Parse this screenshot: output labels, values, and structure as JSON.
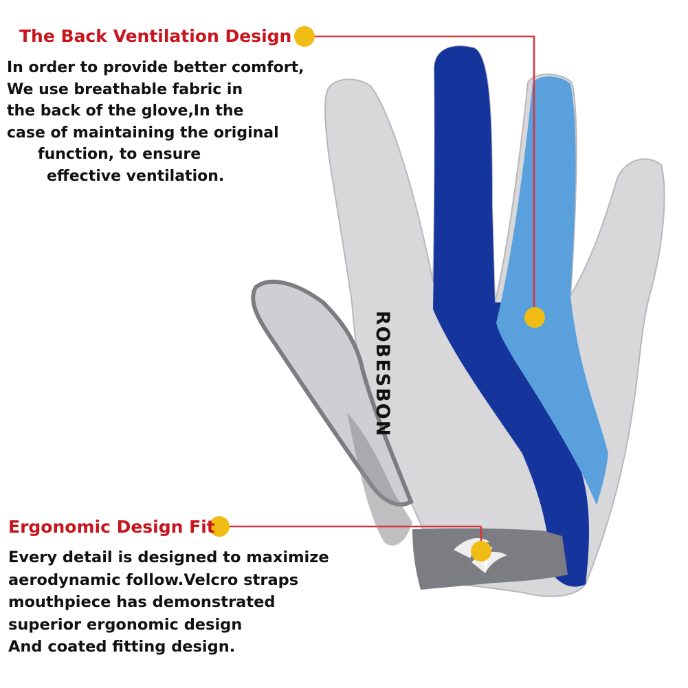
{
  "colors": {
    "heading": "#c8141c",
    "body_text": "#111111",
    "leader_line": "#d8343a",
    "marker": "#f1bd14",
    "glove_navy": "#16359c",
    "glove_sky": "#5aa0dc",
    "glove_gray": "#d8d8db",
    "glove_dark_gray": "#7c7d82"
  },
  "ventilation": {
    "title": "The Back Ventilation Design",
    "lines": [
      "In order to provide better comfort,",
      "We use breathable fabric in",
      "the back of the glove,In the",
      "case of maintaining the original",
      "function, to ensure",
      "effective ventilation."
    ]
  },
  "ergonomic": {
    "title": "Ergonomic Design Fit",
    "lines": [
      "Every detail is designed to maximize",
      "aerodynamic follow.Velcro straps",
      "mouthpiece has demonstrated",
      "superior ergonomic design",
      "And coated fitting design."
    ]
  },
  "glove": {
    "brand_text": "ROBESBON",
    "icons": [
      "glove-icon",
      "wing-logo-icon"
    ]
  }
}
